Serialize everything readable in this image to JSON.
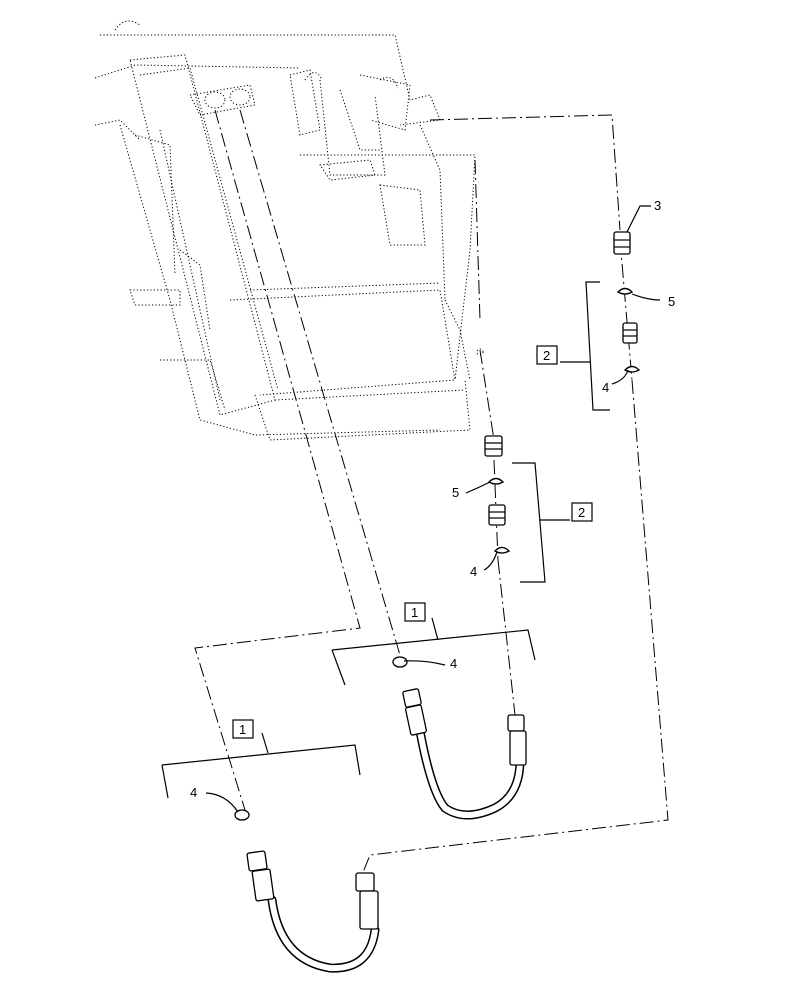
{
  "callouts": {
    "c3": "3",
    "c5_upper": "5",
    "c4_upper": "4",
    "c2_upper": "2",
    "c5_mid": "5",
    "c4_mid": "4",
    "c2_mid": "2",
    "c1_right": "1",
    "c4_right": "4",
    "c1_left": "1",
    "c4_left": "4"
  }
}
